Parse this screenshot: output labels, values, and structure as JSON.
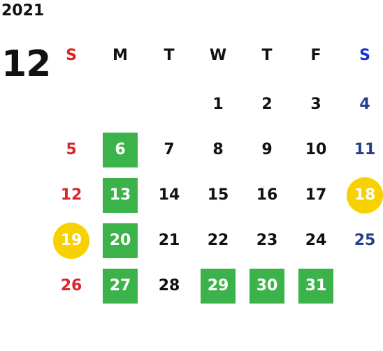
{
  "year": "2021",
  "month": "12",
  "weekdays": [
    "S",
    "M",
    "T",
    "W",
    "T",
    "F",
    "S"
  ],
  "weeks": [
    [
      "",
      "",
      "",
      "1",
      "2",
      "3",
      "4"
    ],
    [
      "5",
      "6",
      "7",
      "8",
      "9",
      "10",
      "11"
    ],
    [
      "12",
      "13",
      "14",
      "15",
      "16",
      "17",
      "18"
    ],
    [
      "19",
      "20",
      "21",
      "22",
      "23",
      "24",
      "25"
    ],
    [
      "26",
      "27",
      "28",
      "29",
      "30",
      "31",
      ""
    ]
  ],
  "marked_days": {
    "green_square": [
      "6",
      "13",
      "20",
      "27",
      "29",
      "30",
      "31"
    ],
    "gold_circle": [
      "18",
      "19"
    ]
  },
  "colors": {
    "sunday_header": "#e0201b",
    "saturday_header": "#1a2fd6",
    "sunday_date": "#d9262a",
    "saturday_date": "#233f8c",
    "weekday": "#111111",
    "green_fill": "#3cb34a",
    "gold_fill": "#f7d100",
    "on_fill_text": "#ffffff"
  }
}
